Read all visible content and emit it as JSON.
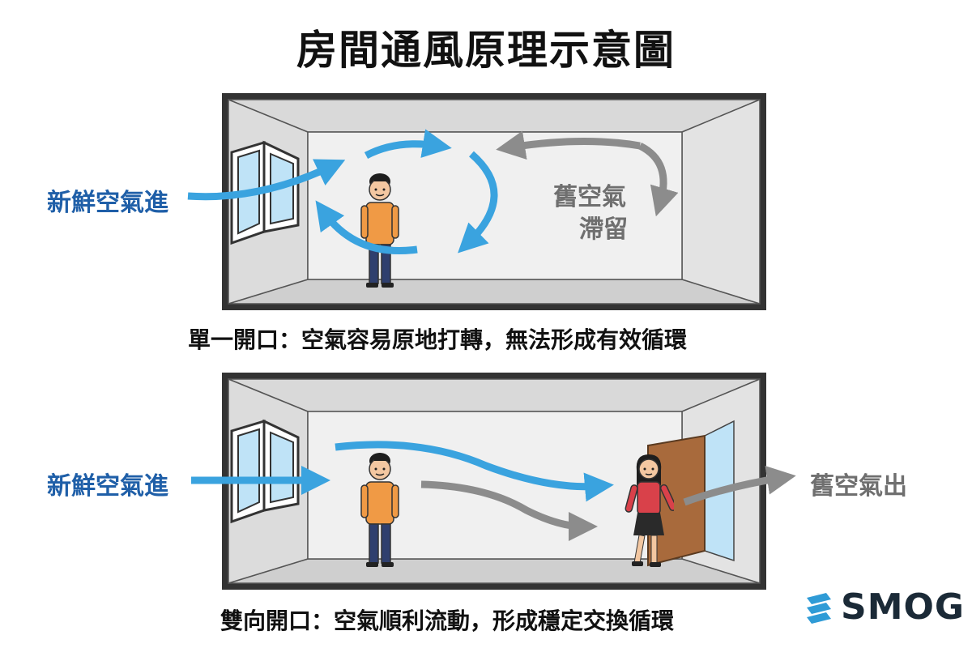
{
  "title": "房間通風原理示意圖",
  "top_diagram": {
    "fresh_air_label": "新鮮空氣進",
    "stale_label_line1": "舊空氣",
    "stale_label_line2": "滯留",
    "caption": "單一開口：空氣容易原地打轉，無法形成有效循環"
  },
  "bottom_diagram": {
    "fresh_air_label": "新鮮空氣進",
    "stale_out_label": "舊空氣出",
    "caption": "雙向開口：空氣順利流動，形成穩定交換循環"
  },
  "logo": {
    "text": "SMOG"
  },
  "colors": {
    "airflow_fresh": "#3aa3df",
    "airflow_stale": "#8c8c8c",
    "label_blue": "#1f5fa8",
    "room_wall": "#e9e9e9",
    "room_floor": "#d4d4d4",
    "room_frame": "#333333"
  }
}
